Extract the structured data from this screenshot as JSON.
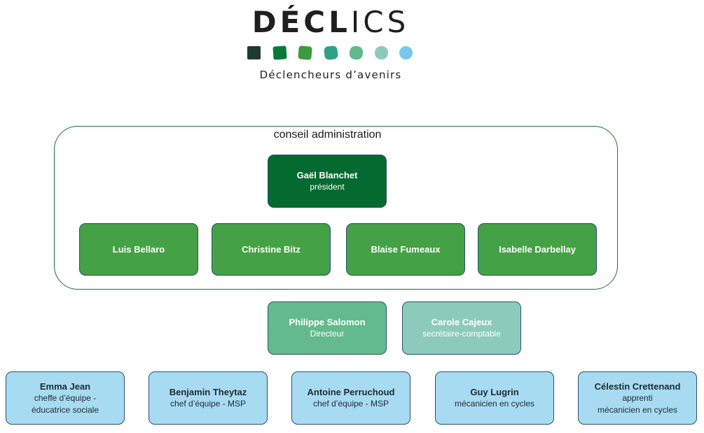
{
  "logo": {
    "title_bold": "DÉCL",
    "title_light": "ICS",
    "tagline": "Déclencheurs d’avenirs",
    "swatch_colors": [
      "#1f3a33",
      "#0a7a3c",
      "#3d9a3e",
      "#2fa286",
      "#62b88f",
      "#8ccbbc",
      "#79c8ea"
    ]
  },
  "council": {
    "label": "conseil administration"
  },
  "president": {
    "name": "Gaël Blanchet",
    "role": "président"
  },
  "board_members": [
    {
      "name": "Luis Bellaro"
    },
    {
      "name": "Christine Bitz"
    },
    {
      "name": "Blaise Fumeaux"
    },
    {
      "name": "Isabelle Darbellay"
    }
  ],
  "management": [
    {
      "name": "Philippe Salomon",
      "role": "Directeur"
    },
    {
      "name": "Carole Cajeux",
      "role": "secrétaire-comptable"
    }
  ],
  "staff": [
    {
      "name": "Emma Jean",
      "role_line1": "cheffe d’équipe -",
      "role_line2": "éducatrice sociale"
    },
    {
      "name": "Benjamin Theytaz",
      "role_line1": "chef d’équipe - MSP"
    },
    {
      "name": "Antoine Perruchoud",
      "role_line1": "chef d’équipe - MSP"
    },
    {
      "name": "Guy Lugrin",
      "role_line1": "mécanicien en cycles"
    },
    {
      "name": "Célestin Crettenand",
      "role_line1": "apprenti",
      "role_line2": "mécanicien en cycles"
    }
  ]
}
